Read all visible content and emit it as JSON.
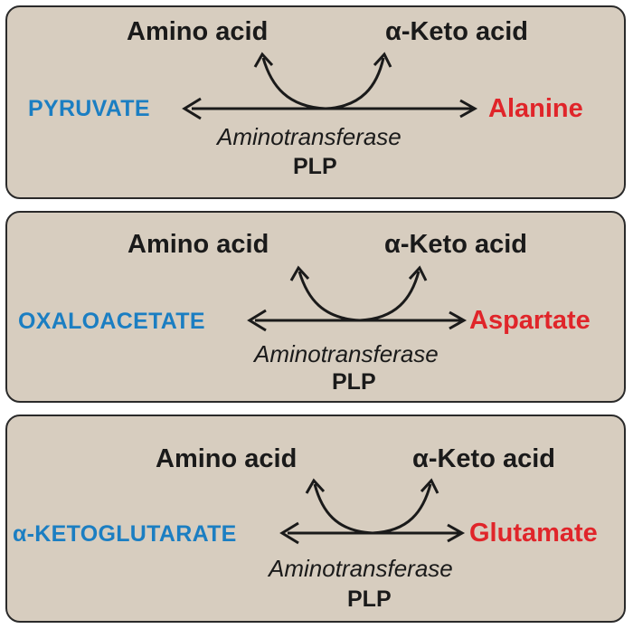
{
  "reactions": [
    {
      "amino_acid_label": "Amino acid",
      "keto_acid_label": "α-Keto acid",
      "substrate": "PYRUVATE",
      "product": "Alanine",
      "enzyme": "Aminotransferase",
      "coenzyme": "PLP"
    },
    {
      "amino_acid_label": "Amino acid",
      "keto_acid_label": "α-Keto acid",
      "substrate": "OXALOACETATE",
      "product": "Aspartate",
      "enzyme": "Aminotransferase",
      "coenzyme": "PLP"
    },
    {
      "amino_acid_label": "Amino acid",
      "keto_acid_label": "α-Keto acid",
      "substrate": "α-KETOGLUTARATE",
      "product": "Glutamate",
      "enzyme": "Aminotransferase",
      "coenzyme": "PLP"
    }
  ],
  "colors": {
    "panel_background": "#d7cdbf",
    "substrate_blue": "#1b7ec2",
    "product_red": "#e0252a",
    "text_dark": "#1a1a1a"
  }
}
